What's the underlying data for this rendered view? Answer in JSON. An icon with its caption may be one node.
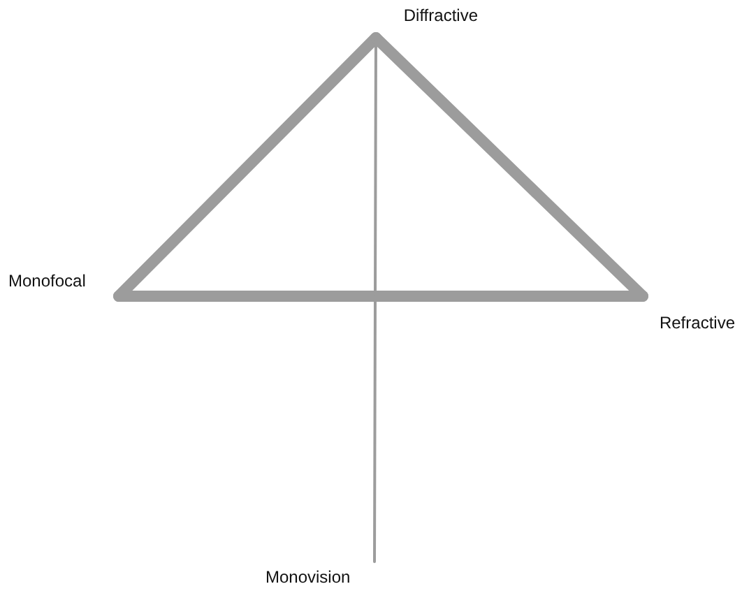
{
  "diagram": {
    "nodes": [
      {
        "text": [
          "Diffractive"
        ]
      },
      {
        "text": [
          "Monofocal"
        ]
      },
      {
        "text": [
          "Refractive"
        ]
      },
      {
        "text": [
          "Monovision"
        ]
      }
    ],
    "edges": [
      {
        "from": 1,
        "to": 0,
        "arrow": "none"
      },
      {
        "from": 0,
        "to": 2,
        "arrow": "none"
      },
      {
        "from": 1,
        "to": 2,
        "arrow": "none"
      },
      {
        "from": 0,
        "to": 3,
        "arrow": "none"
      }
    ]
  }
}
